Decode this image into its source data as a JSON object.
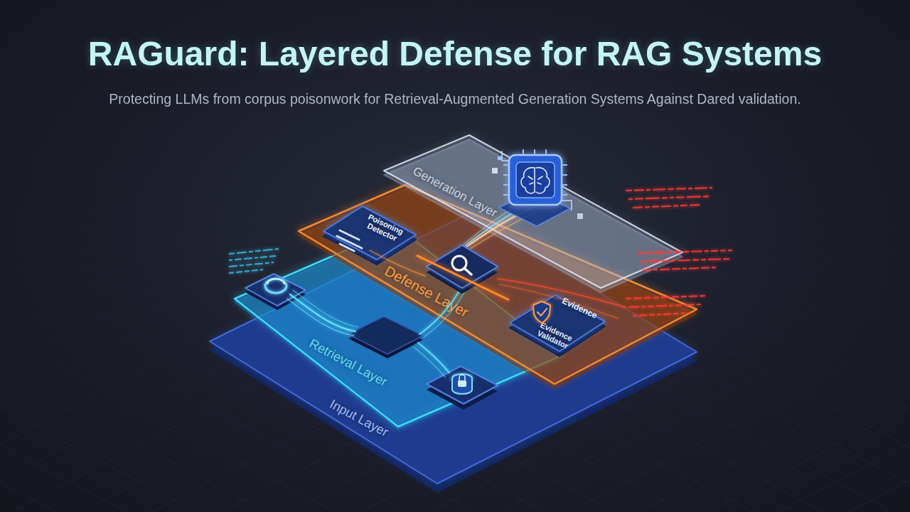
{
  "diagram": {
    "title": "RAGuard: Layered Defense for RAG Systems",
    "caption": "Protecting LLMs from corpus poisonwork for Retrieval-Augmented Generation Systems Against Dared validation.",
    "nodes": [
      {
        "text": [
          "Generation Layer"
        ]
      },
      {
        "text": [
          "Defense Layer"
        ]
      },
      {
        "text": [
          "Poisoning Detector"
        ],
        "in": 1
      },
      {
        "text": [
          "Evidence",
          "Evidence Validator"
        ],
        "in": 1
      },
      {
        "text": [
          "Retrieval Layer"
        ]
      },
      {
        "text": [
          "Input Layer"
        ]
      }
    ],
    "edges": [
      {
        "from": 2,
        "to": 3,
        "arrow": "none"
      }
    ]
  }
}
